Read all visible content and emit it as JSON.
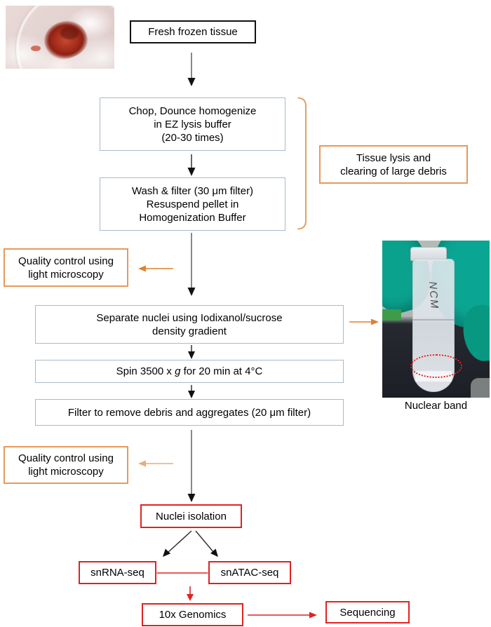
{
  "flow": {
    "fresh_frozen": {
      "label": "Fresh frozen tissue"
    },
    "chop": {
      "lines": [
        "Chop, Dounce homogenize",
        "in EZ lysis buffer",
        "(20-30 times)"
      ]
    },
    "wash": {
      "lines": [
        "Wash & filter (30 μm filter)",
        "Resuspend pellet in",
        "Homogenization Buffer"
      ]
    },
    "tissue_lysis": {
      "lines": [
        "Tissue lysis and",
        "clearing of large debris"
      ]
    },
    "qc1": {
      "lines": [
        "Quality control using",
        "light microscopy"
      ]
    },
    "separate": {
      "lines": [
        "Separate nuclei using Iodixanol/sucrose",
        "density gradient"
      ]
    },
    "spin": {
      "pre": "Spin 3500 x ",
      "g": "g",
      "post": " for 20 min at 4°C"
    },
    "filter": {
      "label": "Filter to remove debris and aggregates (20 μm filter)"
    },
    "qc2": {
      "lines": [
        "Quality control using",
        "light microscopy"
      ]
    },
    "nuclei_isolation": {
      "label": "Nuclei isolation"
    },
    "snrna": {
      "label": "snRNA-seq"
    },
    "snatac": {
      "label": "snATAC-seq"
    },
    "genomics": {
      "label": "10x Genomics"
    },
    "sequencing": {
      "label": "Sequencing"
    }
  },
  "photos": {
    "tube": {
      "caption": "Nuclear band",
      "handwriting": "NCM"
    }
  },
  "colors": {
    "step_border": "#a9bac8",
    "accent_orange": "#e8995a",
    "accent_red": "#e02222",
    "arrow_black": "#111111"
  }
}
